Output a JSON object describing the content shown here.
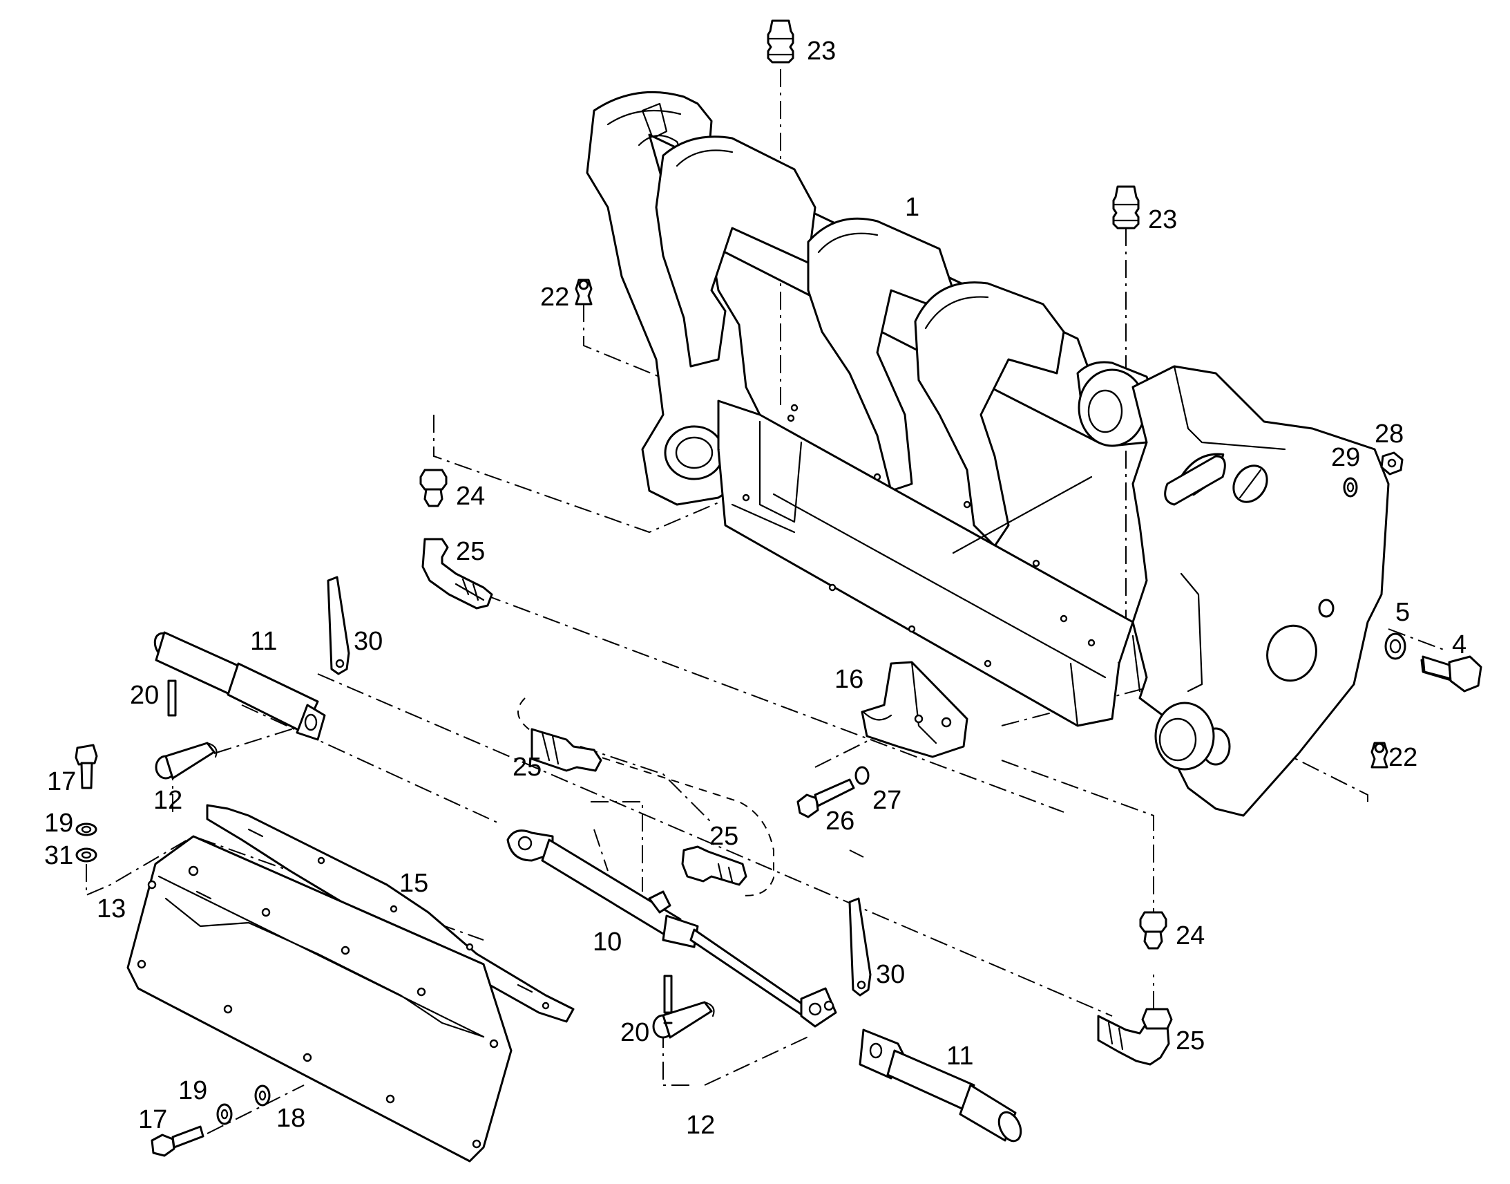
{
  "diagram": {
    "callouts": [
      {
        "id": "c1",
        "label": "1"
      },
      {
        "id": "c4",
        "label": "4"
      },
      {
        "id": "c5",
        "label": "5"
      },
      {
        "id": "c10",
        "label": "10"
      },
      {
        "id": "c11a",
        "label": "11"
      },
      {
        "id": "c11b",
        "label": "11"
      },
      {
        "id": "c12a",
        "label": "12"
      },
      {
        "id": "c12b",
        "label": "12"
      },
      {
        "id": "c13",
        "label": "13"
      },
      {
        "id": "c15",
        "label": "15"
      },
      {
        "id": "c16",
        "label": "16"
      },
      {
        "id": "c17a",
        "label": "17"
      },
      {
        "id": "c17b",
        "label": "17"
      },
      {
        "id": "c18",
        "label": "18"
      },
      {
        "id": "c19a",
        "label": "19"
      },
      {
        "id": "c19b",
        "label": "19"
      },
      {
        "id": "c20a",
        "label": "20"
      },
      {
        "id": "c20b",
        "label": "20"
      },
      {
        "id": "c22a",
        "label": "22"
      },
      {
        "id": "c22b",
        "label": "22"
      },
      {
        "id": "c23a",
        "label": "23"
      },
      {
        "id": "c23b",
        "label": "23"
      },
      {
        "id": "c24a",
        "label": "24"
      },
      {
        "id": "c24b",
        "label": "24"
      },
      {
        "id": "c25a",
        "label": "25"
      },
      {
        "id": "c25b",
        "label": "25"
      },
      {
        "id": "c25c",
        "label": "25"
      },
      {
        "id": "c25d",
        "label": "25"
      },
      {
        "id": "c26",
        "label": "26"
      },
      {
        "id": "c27",
        "label": "27"
      },
      {
        "id": "c28",
        "label": "28"
      },
      {
        "id": "c29",
        "label": "29"
      },
      {
        "id": "c30a",
        "label": "30"
      },
      {
        "id": "c30b",
        "label": "30"
      },
      {
        "id": "c31",
        "label": "31"
      }
    ]
  }
}
